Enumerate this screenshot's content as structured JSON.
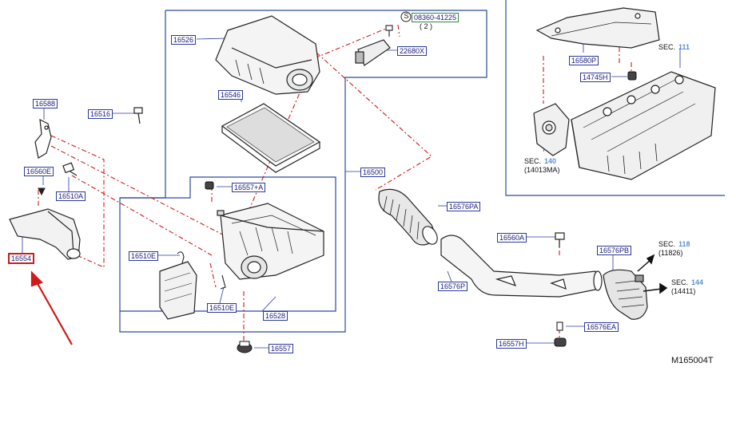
{
  "diagram_code": "M165004T",
  "callouts": {
    "p16526": "16526",
    "p16546": "16546",
    "p16588": "16588",
    "p16516": "16516",
    "p16560E": "16560E",
    "p16510A": "16510A",
    "p16554": "16554",
    "p16557A": "16557+A",
    "p16510E_a": "16510E",
    "p16510E_b": "16510E",
    "p16528": "16528",
    "p16557": "16557",
    "p16500": "16500",
    "p22680X": "22680X",
    "p08360": "08360-41225",
    "p16576PA": "16576PA",
    "p16560A": "16560A",
    "p16576PB": "16576PB",
    "p16576P": "16576P",
    "p16576EA": "16576EA",
    "p16557H": "16557H",
    "p16580P": "16580P",
    "p14745H": "14745H"
  },
  "screw_symbol": "S",
  "screw_qty": "( 2 )",
  "sections": {
    "s111": {
      "prefix": "SEC.",
      "num": "111",
      "sub": ""
    },
    "s140": {
      "prefix": "SEC.",
      "num": "140",
      "sub": "(14013MA)"
    },
    "s118": {
      "prefix": "SEC.",
      "num": "118",
      "sub": "(11826)"
    },
    "s144": {
      "prefix": "SEC.",
      "num": "144",
      "sub": "(14411)"
    }
  },
  "colors": {
    "callout_border": "#2b3a9a",
    "highlight": "#d11a1a",
    "leader_dash": "#d11a1a",
    "frame": "#2b4a9a",
    "section_number": "#5b8fd6"
  }
}
